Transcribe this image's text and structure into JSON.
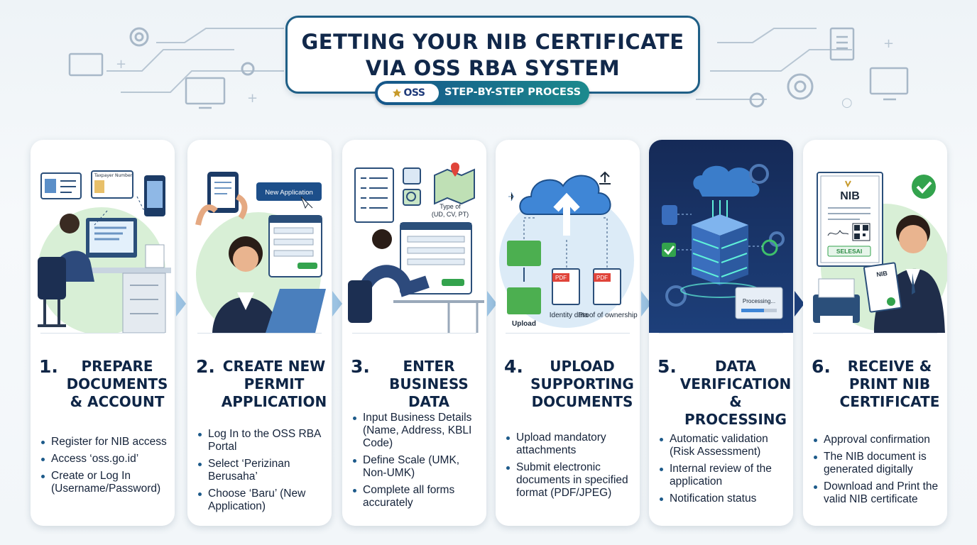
{
  "header": {
    "title_line1": "GETTING YOUR NIB CERTIFICATE",
    "title_line2": "VIA OSS RBA SYSTEM",
    "badge": "OSS",
    "subtitle": "STEP-BY-STEP PROCESS"
  },
  "colors": {
    "navy": "#0e2546",
    "accent_blue": "#1f5f86",
    "accent_teal": "#1c8a8d",
    "highlight_card": "#152a57"
  },
  "steps": [
    {
      "number": "1.",
      "title": [
        "PREPARE",
        "DOCUMENTS",
        "& ACCOUNT"
      ],
      "bullets": [
        "Register for NIB access",
        "Access ‘oss.go.id’",
        "Create or Log In (Username/Password)"
      ],
      "illustration": {
        "labels": [
          "Taxpayer Number"
        ]
      }
    },
    {
      "number": "2.",
      "title": [
        "CREATE NEW",
        "PERMIT",
        "APPLICATION"
      ],
      "bullets": [
        "Log In to the OSS RBA Portal",
        "Select ‘Perizinan Berusaha’",
        "Choose ‘Baru’ (New Application)"
      ],
      "illustration": {
        "labels": [
          "New Application"
        ]
      }
    },
    {
      "number": "3.",
      "title": [
        "ENTER",
        "BUSINESS DATA"
      ],
      "bullets": [
        "Input Business Details (Name, Address, KBLI Code)",
        "Define Scale (UMK, Non-UMK)",
        "Complete all forms accurately"
      ],
      "illustration": {
        "labels": [
          "Type of",
          "(UD, CV, PT)"
        ]
      }
    },
    {
      "number": "4.",
      "title": [
        "UPLOAD",
        "SUPPORTING",
        "DOCUMENTS"
      ],
      "bullets": [
        "Upload mandatory attachments",
        "Submit electronic documents in specified format (PDF/JPEG)"
      ],
      "illustration": {
        "labels": [
          "Upload",
          "Identity data",
          "Proof of ownership",
          "PDF",
          "PDF"
        ]
      }
    },
    {
      "number": "5.",
      "title": [
        "DATA",
        "VERIFICATION",
        "& PROCESSING"
      ],
      "bullets": [
        "Automatic validation (Risk Assessment)",
        "Internal review of the application",
        "Notification status"
      ],
      "illustration": {
        "labels": [
          "Processing..."
        ]
      }
    },
    {
      "number": "6.",
      "title": [
        "RECEIVE &",
        "PRINT NIB",
        "CERTIFICATE"
      ],
      "bullets": [
        "Approval confirmation",
        "The NIB document is generated digitally",
        "Download and Print the valid NIB certificate"
      ],
      "illustration": {
        "labels": [
          "NIB",
          "SELESAI",
          "NIB"
        ]
      }
    }
  ]
}
